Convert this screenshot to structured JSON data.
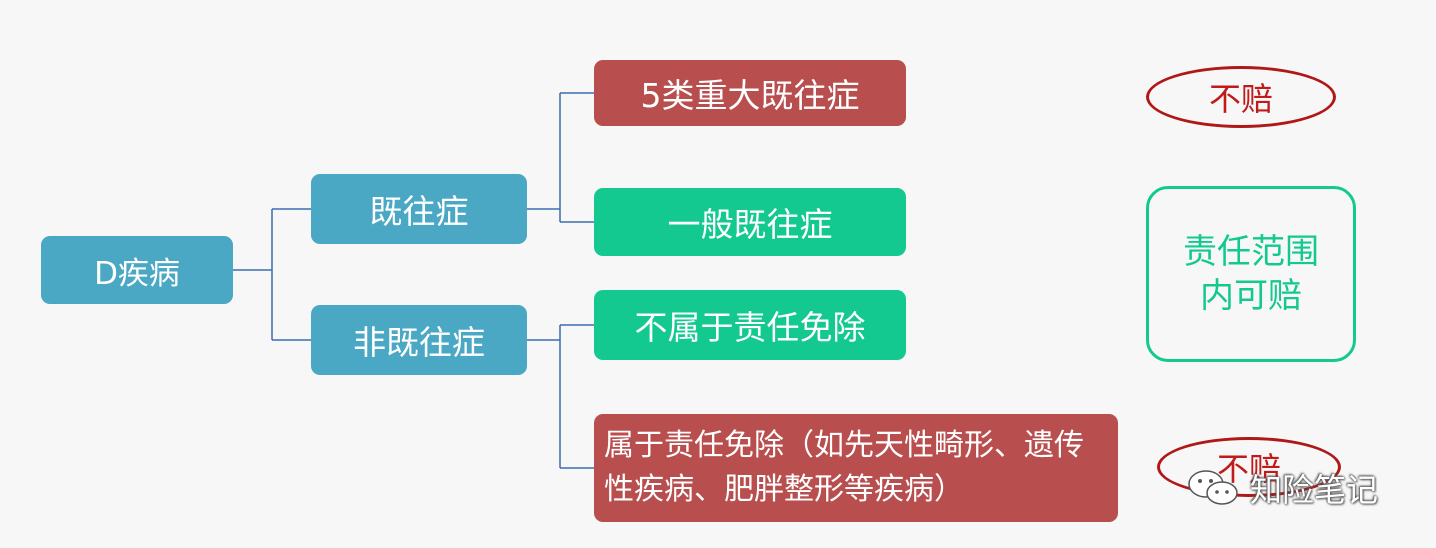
{
  "diagram": {
    "root": "D疾病",
    "branches": {
      "preexisting": "既往症",
      "non_preexisting": "非既往症"
    },
    "leaves": {
      "severe_preexisting": "5类重大既往症",
      "general_preexisting": "一般既往症",
      "not_excluded": "不属于责任免除",
      "excluded": "属于责任免除（如先天性畸形、遗传性疾病、肥胖整形等疾病）"
    },
    "outcomes": {
      "not_paid_top": "不赔",
      "covered": "责任范围内可赔",
      "not_paid_bottom": "不赔"
    }
  },
  "watermark": {
    "text": "知险笔记",
    "icon": "wechat-icon"
  },
  "colors": {
    "background": "#f7f7f7",
    "blue_node": "#4aa8c4",
    "red_node": "#b94e4e",
    "green_node": "#14c990",
    "connector": "#3b6fb0",
    "oval_stroke": "#b01818"
  }
}
